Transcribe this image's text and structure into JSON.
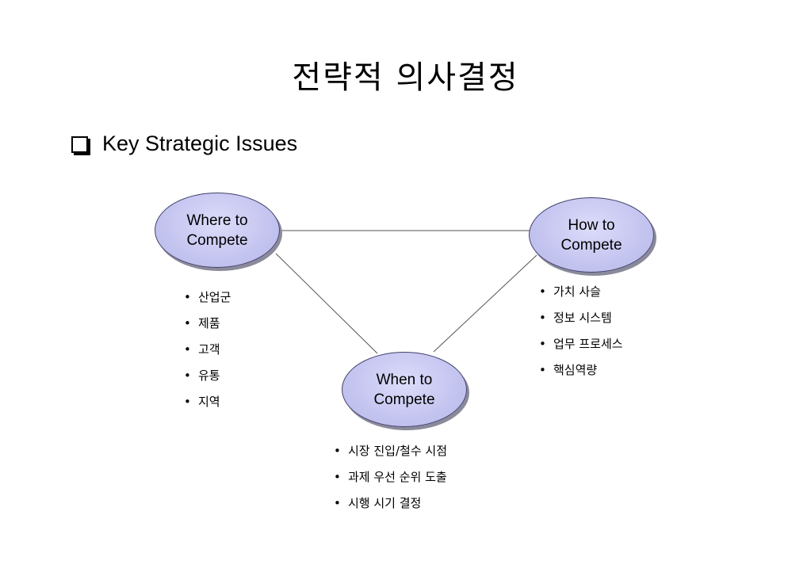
{
  "title": "전략적 의사결정",
  "section": {
    "heading": "Key Strategic Issues"
  },
  "nodes": {
    "where": {
      "label": "Where to\nCompete",
      "items": [
        "산업군",
        "제품",
        "고객",
        "유통",
        "지역"
      ]
    },
    "how": {
      "label": "How to\nCompete",
      "items": [
        "가치 사슬",
        "정보 시스템",
        "업무 프로세스",
        "핵심역량"
      ]
    },
    "when": {
      "label": "When to\nCompete",
      "items": [
        "시장 진입/철수 시점",
        "과제 우선 순위 도출",
        "시행 시기 결정"
      ]
    }
  },
  "bullet_symbol": "•",
  "colors": {
    "node_fill": "#c4c4f0",
    "node_border": "#40406a",
    "line": "#555555"
  }
}
